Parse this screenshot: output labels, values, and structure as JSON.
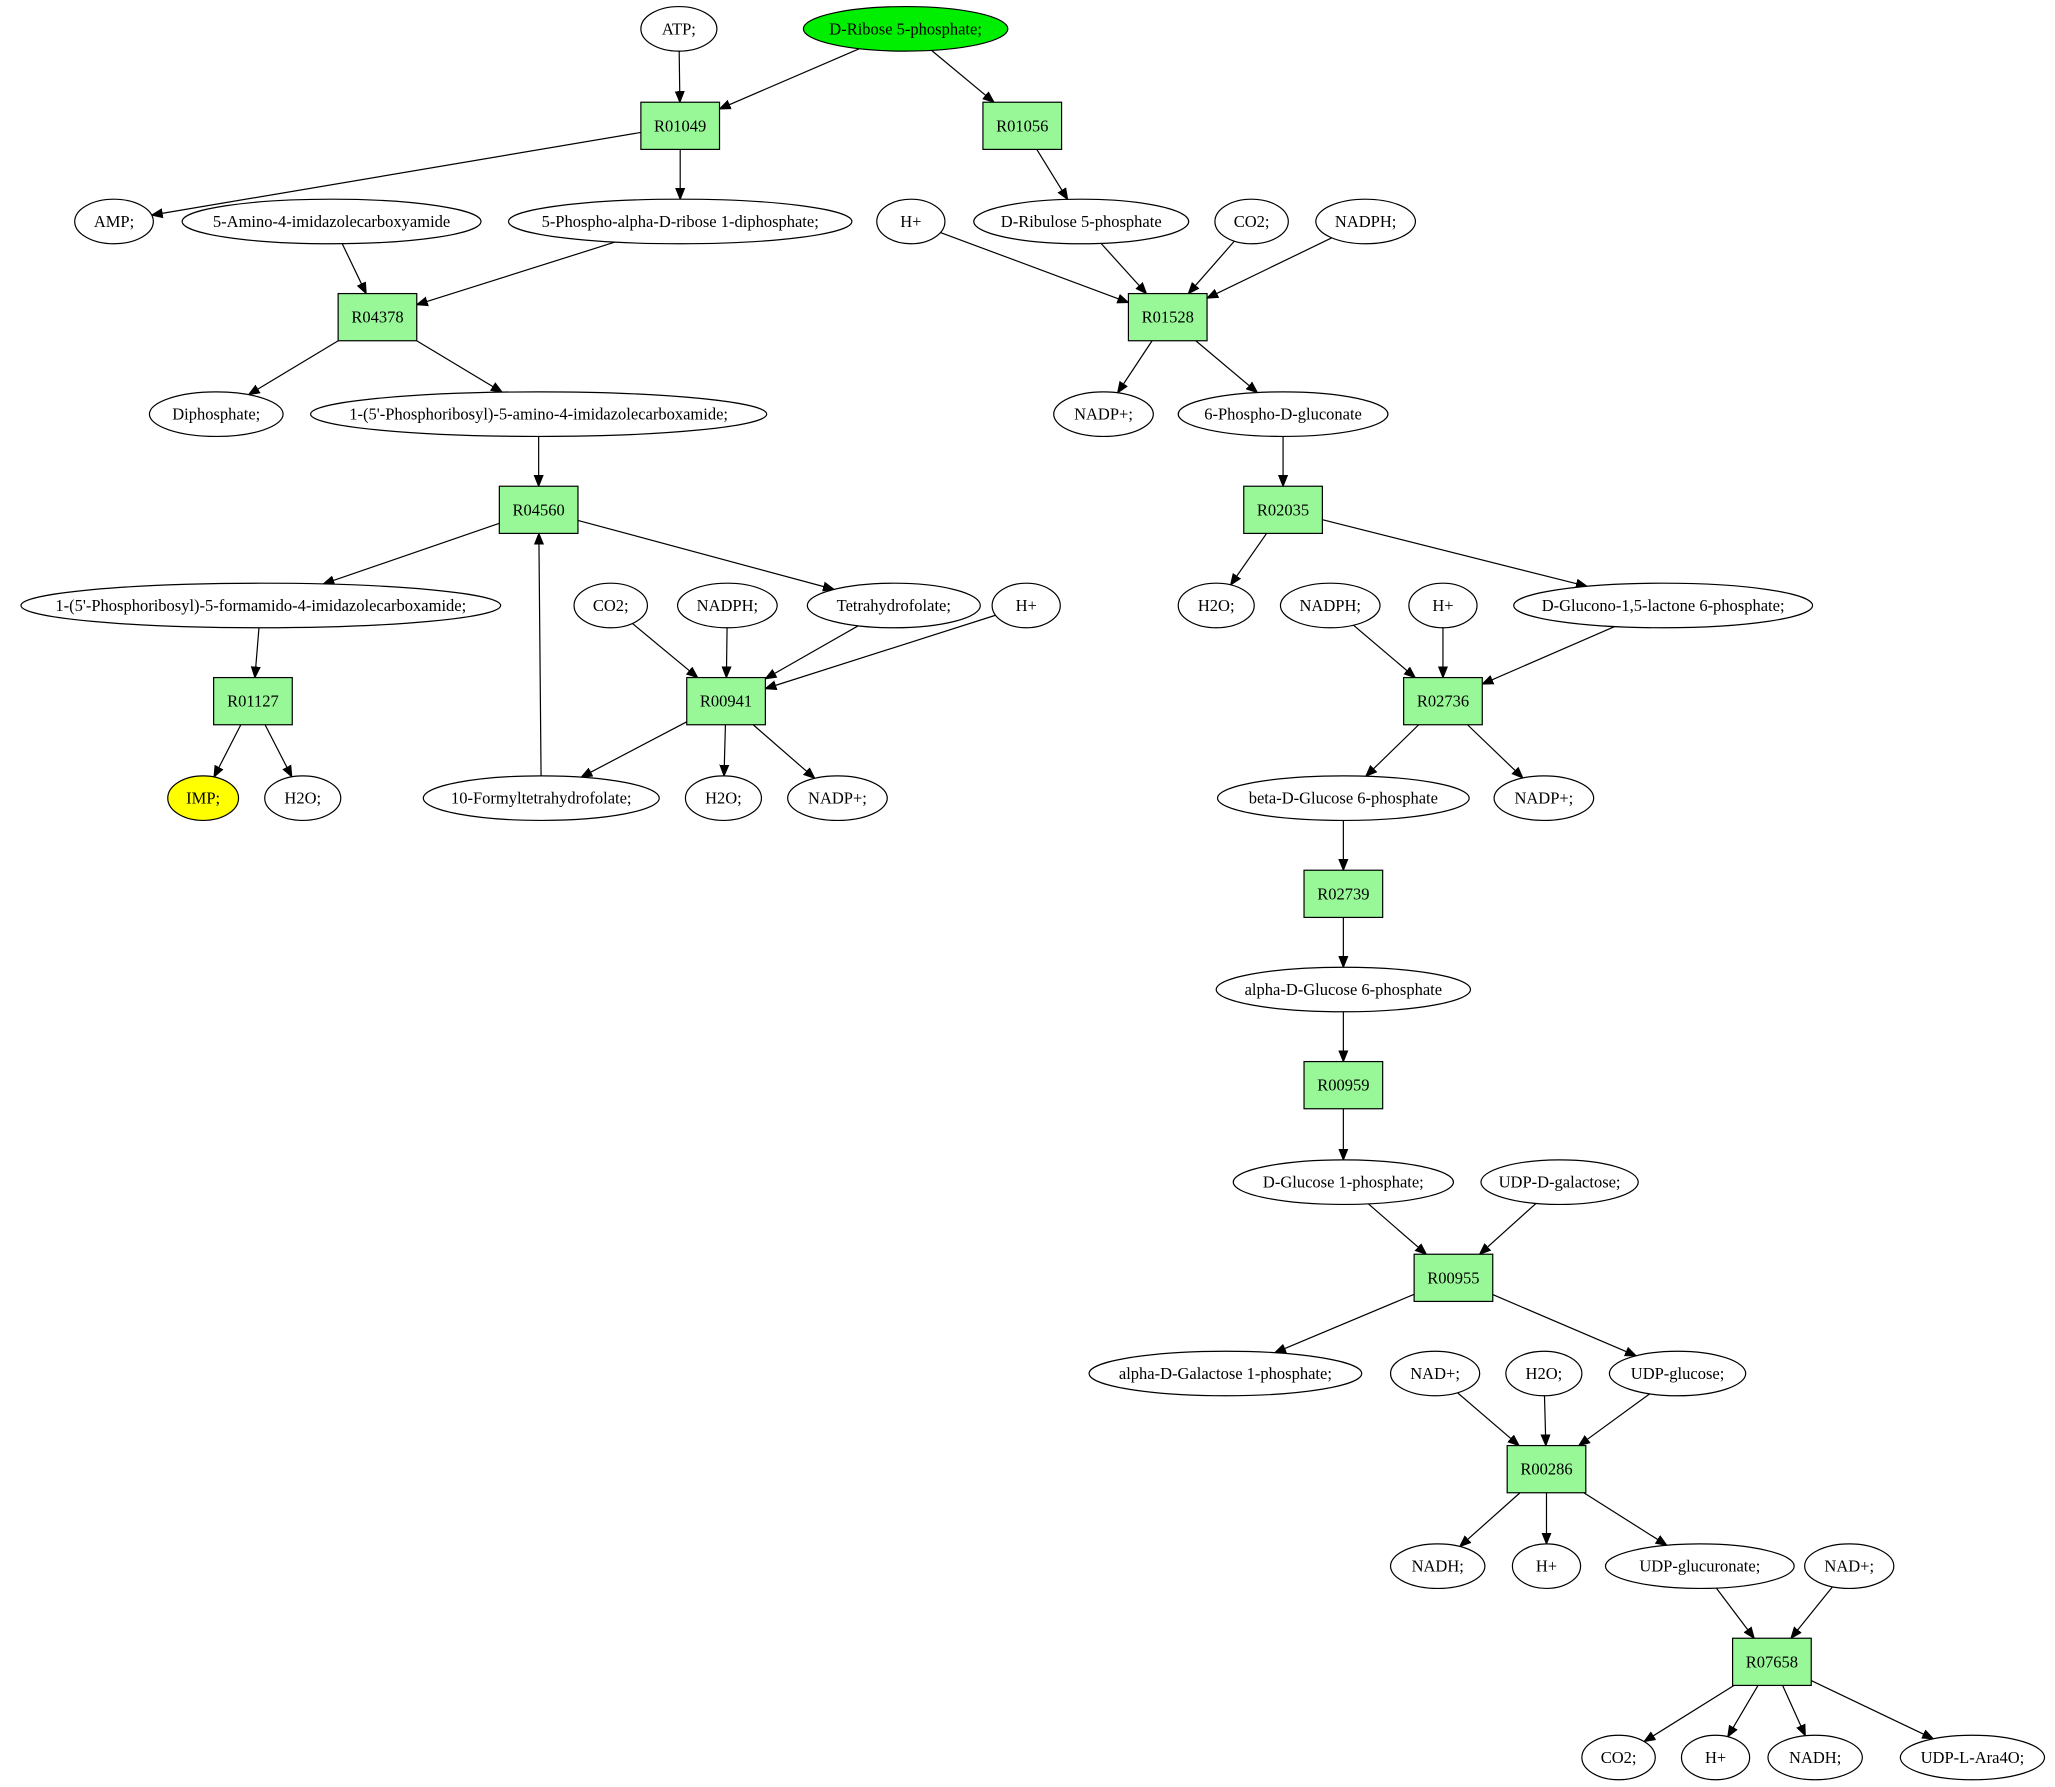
{
  "colors": {
    "reaction_fill": "#98f898",
    "start_fill": "#00ee00",
    "target_fill": "#ffff00",
    "node_fill": "#ffffff",
    "stroke": "#000000"
  },
  "nodes": [
    {
      "id": "c_atp",
      "kind": "compound",
      "label": "ATP;"
    },
    {
      "id": "c_r5p",
      "kind": "compound",
      "label": "D-Ribose 5-phosphate;",
      "role": "start"
    },
    {
      "id": "r01049",
      "kind": "reaction",
      "label": "R01049"
    },
    {
      "id": "r01056",
      "kind": "reaction",
      "label": "R01056"
    },
    {
      "id": "c_amp",
      "kind": "compound",
      "label": "AMP;"
    },
    {
      "id": "c_aica",
      "kind": "compound",
      "label": "5-Amino-4-imidazolecarboxyamide"
    },
    {
      "id": "c_prpp",
      "kind": "compound",
      "label": "5-Phospho-alpha-D-ribose 1-diphosphate;"
    },
    {
      "id": "c_hplus1",
      "kind": "compound",
      "label": "H+"
    },
    {
      "id": "c_ru5p",
      "kind": "compound",
      "label": "D-Ribulose 5-phosphate"
    },
    {
      "id": "c_co2_1",
      "kind": "compound",
      "label": "CO2;"
    },
    {
      "id": "c_nadph1",
      "kind": "compound",
      "label": "NADPH;"
    },
    {
      "id": "r04378",
      "kind": "reaction",
      "label": "R04378"
    },
    {
      "id": "r01528",
      "kind": "reaction",
      "label": "R01528"
    },
    {
      "id": "c_ppi",
      "kind": "compound",
      "label": "Diphosphate;"
    },
    {
      "id": "c_aicar",
      "kind": "compound",
      "label": "1-(5'-Phosphoribosyl)-5-amino-4-imidazolecarboxamide;"
    },
    {
      "id": "c_nadpplus1",
      "kind": "compound",
      "label": "NADP+;"
    },
    {
      "id": "c_6pg",
      "kind": "compound",
      "label": "6-Phospho-D-gluconate"
    },
    {
      "id": "r04560",
      "kind": "reaction",
      "label": "R04560"
    },
    {
      "id": "r02035",
      "kind": "reaction",
      "label": "R02035"
    },
    {
      "id": "c_faicar",
      "kind": "compound",
      "label": "1-(5'-Phosphoribosyl)-5-formamido-4-imidazolecarboxamide;"
    },
    {
      "id": "c_co2_2",
      "kind": "compound",
      "label": "CO2;"
    },
    {
      "id": "c_nadph2",
      "kind": "compound",
      "label": "NADPH;"
    },
    {
      "id": "c_thf",
      "kind": "compound",
      "label": "Tetrahydrofolate;"
    },
    {
      "id": "c_hplus2",
      "kind": "compound",
      "label": "H+"
    },
    {
      "id": "c_h2o_1",
      "kind": "compound",
      "label": "H2O;"
    },
    {
      "id": "c_nadph3",
      "kind": "compound",
      "label": "NADPH;"
    },
    {
      "id": "c_hplus3",
      "kind": "compound",
      "label": "H+"
    },
    {
      "id": "c_gl6p",
      "kind": "compound",
      "label": "D-Glucono-1,5-lactone 6-phosphate;"
    },
    {
      "id": "r01127",
      "kind": "reaction",
      "label": "R01127"
    },
    {
      "id": "r00941",
      "kind": "reaction",
      "label": "R00941"
    },
    {
      "id": "r02736",
      "kind": "reaction",
      "label": "R02736"
    },
    {
      "id": "c_imp",
      "kind": "compound",
      "label": "IMP;",
      "role": "target"
    },
    {
      "id": "c_h2o_2",
      "kind": "compound",
      "label": "H2O;"
    },
    {
      "id": "c_10fthf",
      "kind": "compound",
      "label": "10-Formyltetrahydrofolate;"
    },
    {
      "id": "c_h2o_3",
      "kind": "compound",
      "label": "H2O;"
    },
    {
      "id": "c_nadpplus2",
      "kind": "compound",
      "label": "NADP+;"
    },
    {
      "id": "c_bg6p",
      "kind": "compound",
      "label": "beta-D-Glucose 6-phosphate"
    },
    {
      "id": "c_nadpplus3",
      "kind": "compound",
      "label": "NADP+;"
    },
    {
      "id": "r02739",
      "kind": "reaction",
      "label": "R02739"
    },
    {
      "id": "c_ag6p",
      "kind": "compound",
      "label": "alpha-D-Glucose 6-phosphate"
    },
    {
      "id": "r00959",
      "kind": "reaction",
      "label": "R00959"
    },
    {
      "id": "c_g1p",
      "kind": "compound",
      "label": "D-Glucose 1-phosphate;"
    },
    {
      "id": "c_udpgal",
      "kind": "compound",
      "label": "UDP-D-galactose;"
    },
    {
      "id": "r00955",
      "kind": "reaction",
      "label": "R00955"
    },
    {
      "id": "c_gal1p",
      "kind": "compound",
      "label": "alpha-D-Galactose 1-phosphate;"
    },
    {
      "id": "c_nadplus1",
      "kind": "compound",
      "label": "NAD+;"
    },
    {
      "id": "c_h2o_4",
      "kind": "compound",
      "label": "H2O;"
    },
    {
      "id": "c_udpglc",
      "kind": "compound",
      "label": "UDP-glucose;"
    },
    {
      "id": "r00286",
      "kind": "reaction",
      "label": "R00286"
    },
    {
      "id": "c_nadh1",
      "kind": "compound",
      "label": "NADH;"
    },
    {
      "id": "c_hplus4",
      "kind": "compound",
      "label": "H+"
    },
    {
      "id": "c_udpglcua",
      "kind": "compound",
      "label": "UDP-glucuronate;"
    },
    {
      "id": "c_nadplus2",
      "kind": "compound",
      "label": "NAD+;"
    },
    {
      "id": "r07658",
      "kind": "reaction",
      "label": "R07658"
    },
    {
      "id": "c_co2_3",
      "kind": "compound",
      "label": "CO2;"
    },
    {
      "id": "c_hplus5",
      "kind": "compound",
      "label": "H+"
    },
    {
      "id": "c_nadh2",
      "kind": "compound",
      "label": "NADH;"
    },
    {
      "id": "c_udpara",
      "kind": "compound",
      "label": "UDP-L-Ara4O;"
    }
  ],
  "edges": [
    [
      "c_atp",
      "r01049"
    ],
    [
      "c_r5p",
      "r01049"
    ],
    [
      "c_r5p",
      "r01056"
    ],
    [
      "r01049",
      "c_amp"
    ],
    [
      "r01049",
      "c_prpp"
    ],
    [
      "r01056",
      "c_ru5p"
    ],
    [
      "c_aica",
      "r04378"
    ],
    [
      "c_prpp",
      "r04378"
    ],
    [
      "c_hplus1",
      "r01528"
    ],
    [
      "c_ru5p",
      "r01528"
    ],
    [
      "c_co2_1",
      "r01528"
    ],
    [
      "c_nadph1",
      "r01528"
    ],
    [
      "r04378",
      "c_ppi"
    ],
    [
      "r04378",
      "c_aicar"
    ],
    [
      "r01528",
      "c_nadpplus1"
    ],
    [
      "r01528",
      "c_6pg"
    ],
    [
      "c_aicar",
      "r04560"
    ],
    [
      "c_6pg",
      "r02035"
    ],
    [
      "r04560",
      "c_faicar"
    ],
    [
      "r04560",
      "c_thf"
    ],
    [
      "c_10fthf",
      "r04560"
    ],
    [
      "r02035",
      "c_h2o_1"
    ],
    [
      "r02035",
      "c_gl6p"
    ],
    [
      "c_faicar",
      "r01127"
    ],
    [
      "c_co2_2",
      "r00941"
    ],
    [
      "c_nadph2",
      "r00941"
    ],
    [
      "c_thf",
      "r00941"
    ],
    [
      "c_hplus2",
      "r00941"
    ],
    [
      "c_nadph3",
      "r02736"
    ],
    [
      "c_hplus3",
      "r02736"
    ],
    [
      "c_gl6p",
      "r02736"
    ],
    [
      "r01127",
      "c_imp"
    ],
    [
      "r01127",
      "c_h2o_2"
    ],
    [
      "r00941",
      "c_10fthf"
    ],
    [
      "r00941",
      "c_h2o_3"
    ],
    [
      "r00941",
      "c_nadpplus2"
    ],
    [
      "r02736",
      "c_bg6p"
    ],
    [
      "r02736",
      "c_nadpplus3"
    ],
    [
      "c_bg6p",
      "r02739"
    ],
    [
      "r02739",
      "c_ag6p"
    ],
    [
      "c_ag6p",
      "r00959"
    ],
    [
      "r00959",
      "c_g1p"
    ],
    [
      "c_g1p",
      "r00955"
    ],
    [
      "c_udpgal",
      "r00955"
    ],
    [
      "r00955",
      "c_gal1p"
    ],
    [
      "r00955",
      "c_udpglc"
    ],
    [
      "c_nadplus1",
      "r00286"
    ],
    [
      "c_h2o_4",
      "r00286"
    ],
    [
      "c_udpglc",
      "r00286"
    ],
    [
      "r00286",
      "c_nadh1"
    ],
    [
      "r00286",
      "c_hplus4"
    ],
    [
      "r00286",
      "c_udpglcua"
    ],
    [
      "c_udpglcua",
      "r07658"
    ],
    [
      "c_nadplus2",
      "r07658"
    ],
    [
      "r07658",
      "c_co2_3"
    ],
    [
      "r07658",
      "c_hplus5"
    ],
    [
      "r07658",
      "c_nadh2"
    ],
    [
      "r07658",
      "c_udpara"
    ]
  ]
}
